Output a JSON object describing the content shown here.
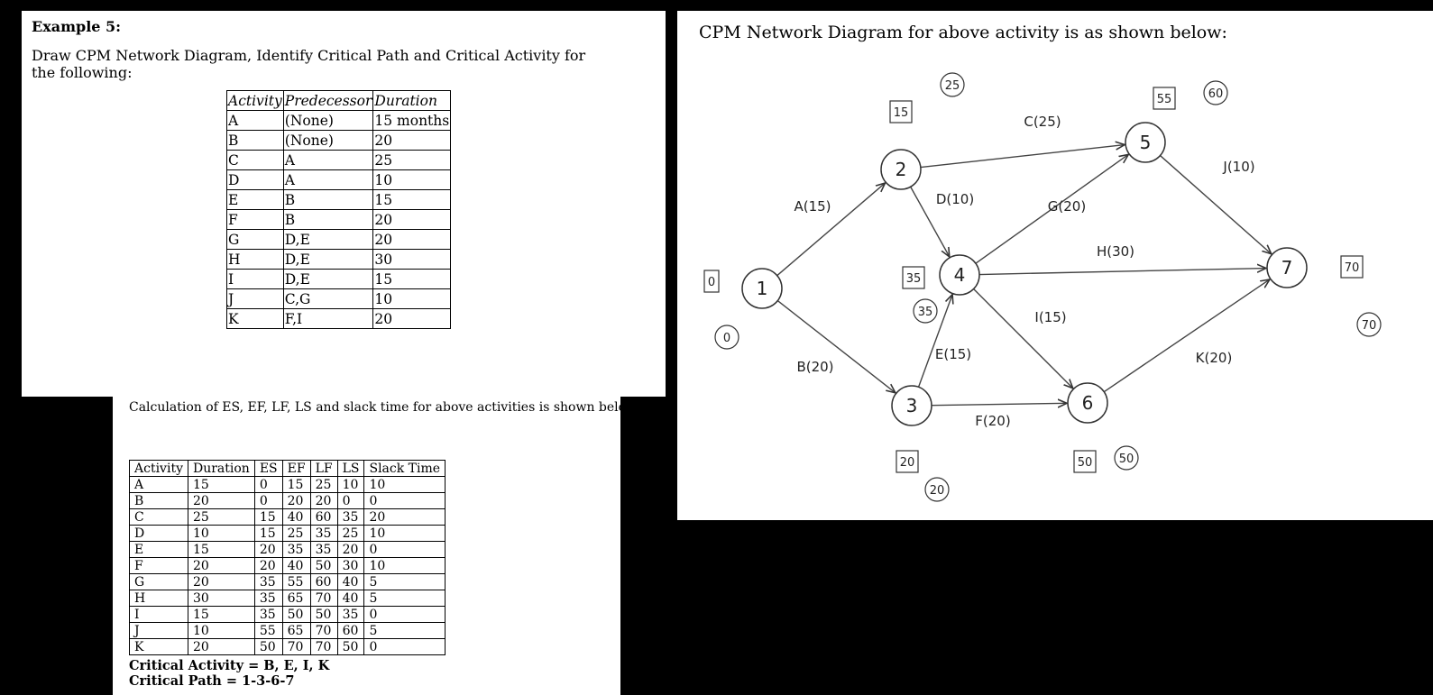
{
  "example": {
    "title": "Example 5:",
    "instruction": "Draw CPM Network Diagram, Identify Critical Path and Critical Activity for the following:"
  },
  "activity_table": {
    "headers": [
      "Activity",
      "Predecessor",
      "Duration"
    ],
    "rows": [
      [
        "A",
        "(None)",
        "15 months"
      ],
      [
        "B",
        "(None)",
        "20"
      ],
      [
        "C",
        "A",
        "25"
      ],
      [
        "D",
        "A",
        "10"
      ],
      [
        "E",
        "B",
        "15"
      ],
      [
        "F",
        "B",
        "20"
      ],
      [
        "G",
        "D,E",
        "20"
      ],
      [
        "H",
        "D,E",
        "30"
      ],
      [
        "I",
        "D,E",
        "15"
      ],
      [
        "J",
        "C,G",
        "10"
      ],
      [
        "K",
        "F,I",
        "20"
      ]
    ]
  },
  "calculation": {
    "intro": "Calculation of ES, EF, LF, LS and slack time for above activities is shown below",
    "headers": [
      "Activity",
      "Duration",
      "ES",
      "EF",
      "LF",
      "LS",
      "Slack Time"
    ],
    "rows": [
      [
        "A",
        "15",
        "0",
        "15",
        "25",
        "10",
        "10"
      ],
      [
        "B",
        "20",
        "0",
        "20",
        "20",
        "0",
        "0"
      ],
      [
        "C",
        "25",
        "15",
        "40",
        "60",
        "35",
        "20"
      ],
      [
        "D",
        "10",
        "15",
        "25",
        "35",
        "25",
        "10"
      ],
      [
        "E",
        "15",
        "20",
        "35",
        "35",
        "20",
        "0"
      ],
      [
        "F",
        "20",
        "20",
        "40",
        "50",
        "30",
        "10"
      ],
      [
        "G",
        "20",
        "35",
        "55",
        "60",
        "40",
        "5"
      ],
      [
        "H",
        "30",
        "35",
        "65",
        "70",
        "40",
        "5"
      ],
      [
        "I",
        "15",
        "35",
        "50",
        "50",
        "35",
        "0"
      ],
      [
        "J",
        "10",
        "55",
        "65",
        "70",
        "60",
        "5"
      ],
      [
        "K",
        "20",
        "50",
        "70",
        "70",
        "50",
        "0"
      ]
    ],
    "critical_activity": "Critical Activity = B, E, I, K",
    "critical_path": "Critical Path = 1-3-6-7"
  },
  "network": {
    "title": "CPM Network Diagram for above activity is as shown below:",
    "nodes": [
      {
        "id": "1",
        "early": "0",
        "late": "0"
      },
      {
        "id": "2",
        "early": "15",
        "late": "25"
      },
      {
        "id": "3",
        "early": "20",
        "late": "20"
      },
      {
        "id": "4",
        "early": "35",
        "late": "35"
      },
      {
        "id": "5",
        "early": "55",
        "late": "60"
      },
      {
        "id": "6",
        "early": "50",
        "late": "50"
      },
      {
        "id": "7",
        "early": "70",
        "late": "70"
      }
    ],
    "edges": [
      {
        "from": "1",
        "to": "2",
        "label": "A(15)"
      },
      {
        "from": "1",
        "to": "3",
        "label": "B(20)"
      },
      {
        "from": "2",
        "to": "5",
        "label": "C(25)"
      },
      {
        "from": "2",
        "to": "4",
        "label": "D(10)"
      },
      {
        "from": "3",
        "to": "4",
        "label": "E(15)"
      },
      {
        "from": "3",
        "to": "6",
        "label": "F(20)"
      },
      {
        "from": "4",
        "to": "5",
        "label": "G(20)"
      },
      {
        "from": "4",
        "to": "7",
        "label": "H(30)"
      },
      {
        "from": "4",
        "to": "6",
        "label": "I(15)"
      },
      {
        "from": "5",
        "to": "7",
        "label": "J(10)"
      },
      {
        "from": "6",
        "to": "7",
        "label": "K(20)"
      }
    ]
  }
}
